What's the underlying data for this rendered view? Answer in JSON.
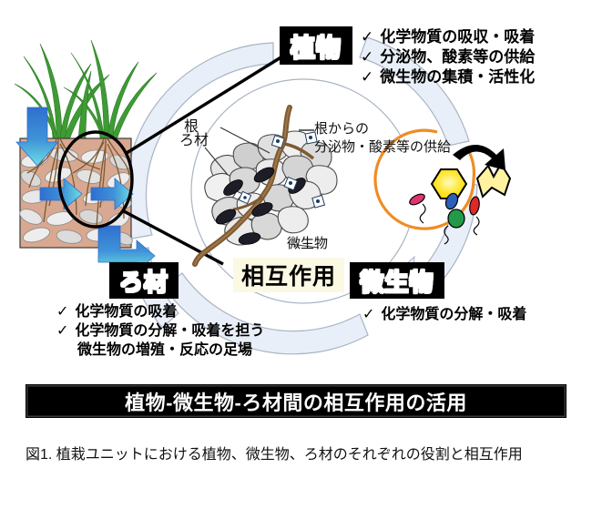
{
  "figure": {
    "banner_title": "植物-微生物-ろ材間の相互作用の活用",
    "caption": "図1. 植栽ユニットにおける植物、微生物、ろ材のそれぞれの役割と相互作用"
  },
  "labels": {
    "plant": "植物",
    "media": "ろ材",
    "microbe": "微生物",
    "interaction": "相互作用"
  },
  "plant_points": {
    "check": "✓",
    "items": [
      "化学物質の吸収・吸着",
      "分泌物、酸素等の供給",
      "微生物の集積・活性化"
    ]
  },
  "media_points": {
    "check": "✓",
    "items": [
      {
        "line1": "化学物質の吸着",
        "line2": ""
      },
      {
        "line1": "化学物質の分解・吸着を担う",
        "line2": "微生物の増殖・反応の足場"
      }
    ]
  },
  "microbe_points": {
    "check": "✓",
    "items": [
      "化学物質の分解・吸着"
    ]
  },
  "diagram_annotations": {
    "root": "根",
    "media": "ろ材",
    "microbe": "微生物",
    "exudate_line1": "根からの",
    "exudate_line2": "分泌物・酸素等の供給"
  },
  "colors": {
    "chip_bg": "#000000",
    "chip_text": "#ffffff",
    "interaction_bg": "#fbf8e3",
    "ring_fill": "#e9eff8",
    "ring_stroke": "#a9b4c4",
    "soil_box": "#d8a890",
    "gravel_light": "#efefef",
    "gravel_mid": "#d3d3d3",
    "leaf_green": "#3f9b35",
    "root_brown": "#7d5a32",
    "arrow_blue_top": "#2f6fd0",
    "arrow_blue_bottom": "#5fd6e0",
    "magnifier_orange": "#ef8c26",
    "hexagon_yellow": "#ffe62e",
    "microbe_pink": "#e0356b",
    "microbe_blue": "#2b5fb8",
    "microbe_green": "#229a49",
    "microbe_red": "#e02828",
    "banner_bg": "#000000",
    "caption_text": "#111111"
  }
}
